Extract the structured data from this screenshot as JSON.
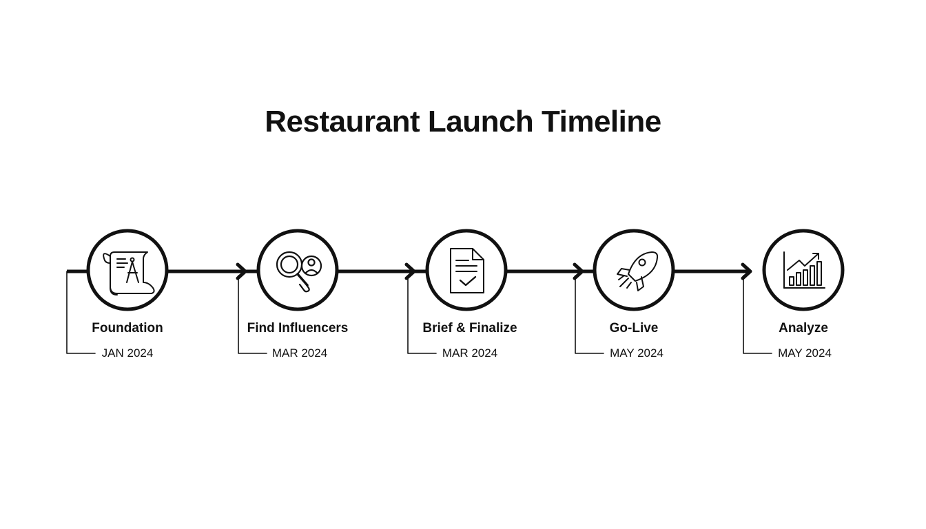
{
  "title": "Restaurant Launch Timeline",
  "colors": {
    "ink": "#111111",
    "background": "#ffffff"
  },
  "steps": [
    {
      "label": "Foundation",
      "date": "JAN 2024",
      "icon": "blueprint-compass-icon"
    },
    {
      "label": "Find Influencers",
      "date": "MAR 2024",
      "icon": "magnifier-person-icon"
    },
    {
      "label": "Brief & Finalize",
      "date": "MAR 2024",
      "icon": "document-check-icon"
    },
    {
      "label": "Go-Live",
      "date": "MAY 2024",
      "icon": "rocket-icon"
    },
    {
      "label": "Analyze",
      "date": "MAY 2024",
      "icon": "bar-chart-growth-icon"
    }
  ]
}
